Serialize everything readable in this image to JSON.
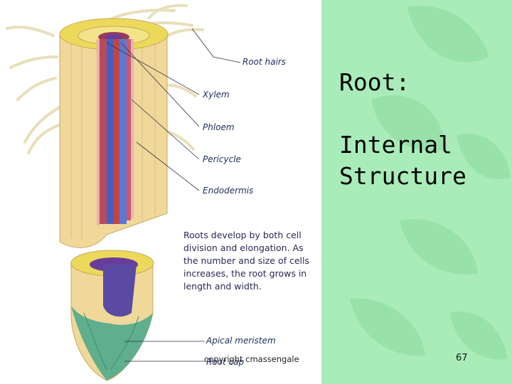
{
  "slide": {
    "title_line1": "Root:",
    "title_line2": "Internal",
    "title_line3": "Structure",
    "footer_copyright": "copyright cmassengale",
    "page_number": "67"
  },
  "diagram": {
    "labels": {
      "root_hairs": "Root hairs",
      "xylem": "Xylem",
      "phloem": "Phloem",
      "pericycle": "Pericycle",
      "endodermis": "Endodermis",
      "apical_meristem": "Apical meristem",
      "root_cap": "Root cap"
    },
    "caption": "Roots develop by both cell division and elongation. As the number and size of cells increases, the root grows in length and width."
  },
  "colors": {
    "slide_background": "#a9ecb9",
    "leaf_shape": "#93dfa4",
    "cortex": "#f0d89a",
    "epidermis_top": "#ecd95a",
    "xylem": "#c24444",
    "phloem": "#4660c2",
    "root_cap": "#5fae8e"
  }
}
